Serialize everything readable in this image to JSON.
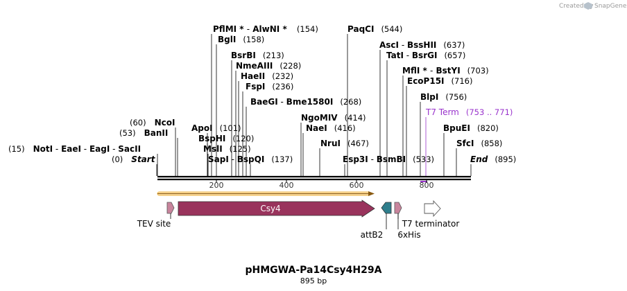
{
  "credit": {
    "text": "Created by",
    "brand": "SnapGene"
  },
  "plasmid": {
    "name": "pHMGWA-Pa14Csy4H29A",
    "length_label": "895 bp"
  },
  "sites": [
    {
      "parts": [
        {
          "t": "(15)",
          "s": "pos"
        },
        {
          "t": "NotI",
          "s": "bold"
        },
        {
          "t": " - ",
          "s": ""
        },
        {
          "t": "EaeI",
          "s": "bold"
        },
        {
          "t": " - ",
          "s": ""
        },
        {
          "t": "EagI",
          "s": "bold"
        },
        {
          "t": " - ",
          "s": ""
        },
        {
          "t": "SacII",
          "s": "bold"
        }
      ],
      "bp": 15
    },
    {
      "parts": [
        {
          "t": "(0)",
          "s": "pos"
        },
        {
          "t": "Start",
          "s": "bold ital"
        }
      ],
      "bp": 0
    },
    {
      "parts": [
        {
          "t": "(60)",
          "s": "pos"
        },
        {
          "t": "NcoI",
          "s": "bold"
        }
      ],
      "bp": 60
    },
    {
      "parts": [
        {
          "t": "(53)",
          "s": "pos"
        },
        {
          "t": "BanII",
          "s": "bold"
        }
      ],
      "bp": 53
    },
    {
      "parts": [
        {
          "t": "PflMI",
          "s": "bold"
        },
        {
          "t": " * ",
          "s": "bold"
        },
        {
          "t": "-",
          "s": ""
        },
        {
          "t": " AlwNI",
          "s": "bold"
        },
        {
          "t": " * ",
          "s": "bold"
        },
        {
          "t": "(154)",
          "s": "pos"
        }
      ],
      "bp": 154
    },
    {
      "parts": [
        {
          "t": "BglI",
          "s": "bold"
        },
        {
          "t": "(158)",
          "s": "pos"
        }
      ],
      "bp": 158
    },
    {
      "parts": [
        {
          "t": "BsrBI",
          "s": "bold"
        },
        {
          "t": "(213)",
          "s": "pos"
        }
      ],
      "bp": 213
    },
    {
      "parts": [
        {
          "t": "NmeAIII",
          "s": "bold"
        },
        {
          "t": "(228)",
          "s": "pos"
        }
      ],
      "bp": 228
    },
    {
      "parts": [
        {
          "t": "HaeII",
          "s": "bold"
        },
        {
          "t": "(232)",
          "s": "pos"
        }
      ],
      "bp": 232
    },
    {
      "parts": [
        {
          "t": "FspI",
          "s": "bold"
        },
        {
          "t": "(236)",
          "s": "pos"
        }
      ],
      "bp": 236
    },
    {
      "parts": [
        {
          "t": "BaeGI",
          "s": "bold"
        },
        {
          "t": " - ",
          "s": ""
        },
        {
          "t": "Bme1580I",
          "s": "bold"
        },
        {
          "t": "(268)",
          "s": "pos"
        }
      ],
      "bp": 268
    },
    {
      "parts": [
        {
          "t": "ApoI",
          "s": "bold"
        },
        {
          "t": "(101)",
          "s": "pos"
        }
      ],
      "bp": 101
    },
    {
      "parts": [
        {
          "t": "BspHI",
          "s": "bold"
        },
        {
          "t": "(120)",
          "s": "pos"
        }
      ],
      "bp": 120
    },
    {
      "parts": [
        {
          "t": "MslI",
          "s": "bold"
        },
        {
          "t": "(125)",
          "s": "pos"
        }
      ],
      "bp": 125
    },
    {
      "parts": [
        {
          "t": "SapI",
          "s": "bold"
        },
        {
          "t": " - ",
          "s": ""
        },
        {
          "t": "BspQI",
          "s": "bold"
        },
        {
          "t": "(137)",
          "s": "pos"
        }
      ],
      "bp": 137
    },
    {
      "parts": [
        {
          "t": "PaqCI",
          "s": "bold"
        },
        {
          "t": "(544)",
          "s": "pos"
        }
      ],
      "bp": 544
    },
    {
      "parts": [
        {
          "t": "NgoMIV",
          "s": "bold"
        },
        {
          "t": "(414)",
          "s": "pos"
        }
      ],
      "bp": 414
    },
    {
      "parts": [
        {
          "t": "NaeI",
          "s": "bold"
        },
        {
          "t": "(416)",
          "s": "pos"
        }
      ],
      "bp": 416
    },
    {
      "parts": [
        {
          "t": "NruI",
          "s": "bold"
        },
        {
          "t": "(467)",
          "s": "pos"
        }
      ],
      "bp": 467
    },
    {
      "parts": [
        {
          "t": "Esp3I",
          "s": "bold"
        },
        {
          "t": " - ",
          "s": ""
        },
        {
          "t": "BsmBI",
          "s": "bold"
        },
        {
          "t": "(533)",
          "s": "pos"
        }
      ],
      "bp": 533
    },
    {
      "parts": [
        {
          "t": "AscI",
          "s": "bold"
        },
        {
          "t": " - ",
          "s": ""
        },
        {
          "t": "BssHII",
          "s": "bold"
        },
        {
          "t": "(637)",
          "s": "pos"
        }
      ],
      "bp": 637
    },
    {
      "parts": [
        {
          "t": "TatI",
          "s": "bold"
        },
        {
          "t": " - ",
          "s": ""
        },
        {
          "t": "BsrGI",
          "s": "bold"
        },
        {
          "t": "(657)",
          "s": "pos"
        }
      ],
      "bp": 657
    },
    {
      "parts": [
        {
          "t": "MflI",
          "s": "bold"
        },
        {
          "t": " * ",
          "s": "bold"
        },
        {
          "t": "-",
          "s": ""
        },
        {
          "t": " BstYI",
          "s": "bold"
        },
        {
          "t": "(703)",
          "s": "pos"
        }
      ],
      "bp": 703
    },
    {
      "parts": [
        {
          "t": "EcoP15I",
          "s": "bold"
        },
        {
          "t": "(716)",
          "s": "pos"
        }
      ],
      "bp": 716
    },
    {
      "parts": [
        {
          "t": "BlpI",
          "s": "bold"
        },
        {
          "t": "(756)",
          "s": "pos"
        }
      ],
      "bp": 756
    },
    {
      "parts": [
        {
          "t": "T7 Term",
          "s": "purple"
        },
        {
          "t": "(753 .. 771)",
          "s": "pos purple"
        }
      ],
      "bp": 753
    },
    {
      "parts": [
        {
          "t": "BpuEI",
          "s": "bold"
        },
        {
          "t": "(820)",
          "s": "pos"
        }
      ],
      "bp": 820
    },
    {
      "parts": [
        {
          "t": "SfcI",
          "s": "bold"
        },
        {
          "t": "(858)",
          "s": "pos"
        }
      ],
      "bp": 858
    },
    {
      "parts": [
        {
          "t": "End",
          "s": "bold ital"
        },
        {
          "t": "(895)",
          "s": "pos"
        }
      ],
      "bp": 895
    }
  ],
  "ruler": {
    "ticks": [
      "200",
      "400",
      "600",
      "800"
    ]
  },
  "features": [
    {
      "name": "TEV site",
      "label": "TEV site",
      "color": "#c8849c"
    },
    {
      "name": "Csy4",
      "label": "Csy4",
      "color": "#99335c"
    },
    {
      "name": "attB2",
      "label": "attB2",
      "color": "#2e7e8c"
    },
    {
      "name": "6xHis",
      "label": "6xHis",
      "color": "#c8849c"
    },
    {
      "name": "T7 terminator",
      "label": "T7 terminator",
      "color": "#ffffff"
    }
  ],
  "colors": {
    "backbone": "#000000",
    "orf_arrow": "#f0b848",
    "t7_term_label": "#9933cc"
  }
}
